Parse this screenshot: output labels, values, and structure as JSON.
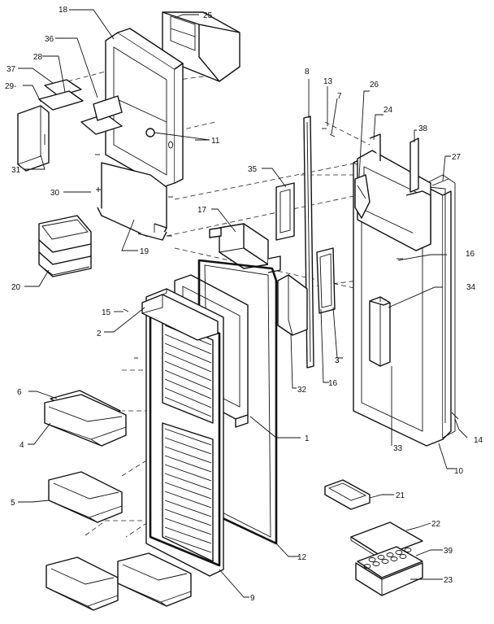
{
  "diagram": {
    "callouts": {
      "c1": "1",
      "c2": "2",
      "c3": "3",
      "c4": "4",
      "c5": "5",
      "c6": "6",
      "c7": "7",
      "c8": "8",
      "c9": "9",
      "c10": "10",
      "c11": "11",
      "c12": "12",
      "c13": "13",
      "c14": "14",
      "c15": "15",
      "c16a": "16",
      "c16b": "16",
      "c17": "17",
      "c18": "18",
      "c19": "19",
      "c20": "20",
      "c21": "21",
      "c22": "22",
      "c23": "23",
      "c24": "24",
      "c25": "25",
      "c26": "26",
      "c27": "27",
      "c28": "28",
      "c29": "29-",
      "c30": "30",
      "c31": "31",
      "c32": "32",
      "c33": "33",
      "c34": "34",
      "c35": "35",
      "c36": "36",
      "c37": "37",
      "c38": "38",
      "c39": "39"
    }
  }
}
